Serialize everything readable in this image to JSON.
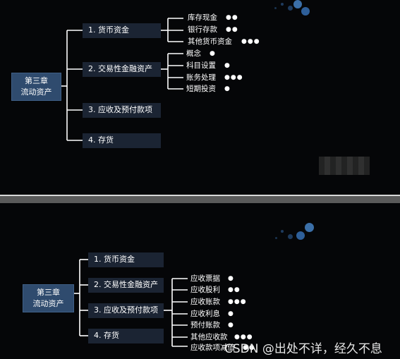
{
  "top": {
    "root_line1": "第三章",
    "root_line2": "流动资产",
    "topics": [
      "1. 货币资金",
      "2. 交易性金融资产",
      "3. 应收及预付款项",
      "4. 存货"
    ],
    "cash_items": [
      {
        "label": "库存现金",
        "dots": "●●"
      },
      {
        "label": "银行存款",
        "dots": "●●"
      },
      {
        "label": "其他货币资金",
        "dots": "●●●"
      }
    ],
    "trading_items": [
      {
        "label": "概念",
        "dots": "●"
      },
      {
        "label": "科目设置",
        "dots": "●"
      },
      {
        "label": "账务处理",
        "dots": "●●●"
      },
      {
        "label": "短期投资",
        "dots": "●"
      }
    ]
  },
  "bottom": {
    "root_line1": "第三章",
    "root_line2": "流动资产",
    "topics": [
      "1. 货币资金",
      "2. 交易性金融资产",
      "3. 应收及预付款项",
      "4. 存货"
    ],
    "receivable_items": [
      {
        "label": "应收票据",
        "dots": "●"
      },
      {
        "label": "应收股利",
        "dots": "●●"
      },
      {
        "label": "应收账款",
        "dots": "●●●"
      },
      {
        "label": "应收利息",
        "dots": "●"
      },
      {
        "label": "预付账款",
        "dots": "●"
      },
      {
        "label": "其他应收款",
        "dots": "●●●"
      },
      {
        "label": "应收款项减值",
        "dots": "●●"
      }
    ]
  },
  "watermark": "CSDN @出处不详，经久不息",
  "colors": {
    "root": "#2f4b6e",
    "topic": "#1b2433",
    "background": "#050608",
    "accent_dot": "#3b6fa8"
  }
}
